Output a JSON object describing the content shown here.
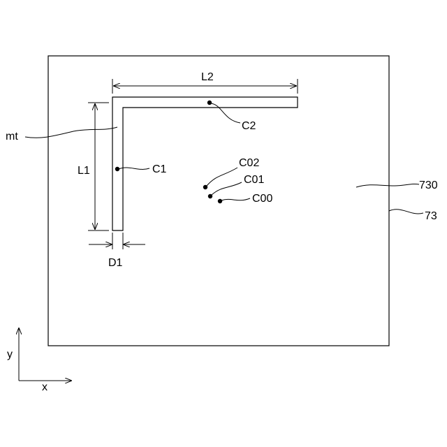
{
  "labels": {
    "mt": "mt",
    "L1": "L1",
    "L2": "L2",
    "D1": "D1",
    "C1": "C1",
    "C2": "C2",
    "C00": "C00",
    "C01": "C01",
    "C02": "C02",
    "ref_730": "730",
    "ref_73": "73",
    "axis_x": "x",
    "axis_y": "y"
  },
  "colors": {
    "ink": "#000000",
    "background": "#ffffff"
  }
}
